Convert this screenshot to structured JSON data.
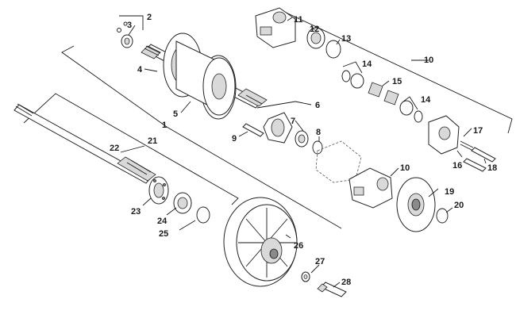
{
  "diagram": {
    "callouts": [
      "1",
      "2",
      "3",
      "4",
      "5",
      "6",
      "7",
      "8",
      "9",
      "10",
      "11",
      "12",
      "13",
      "14",
      "15",
      "16",
      "17",
      "18",
      "19",
      "20",
      "21",
      "22",
      "23",
      "24",
      "25",
      "26",
      "27",
      "28"
    ],
    "secondary_callouts": {
      "14b": "14",
      "10b": "10"
    }
  }
}
